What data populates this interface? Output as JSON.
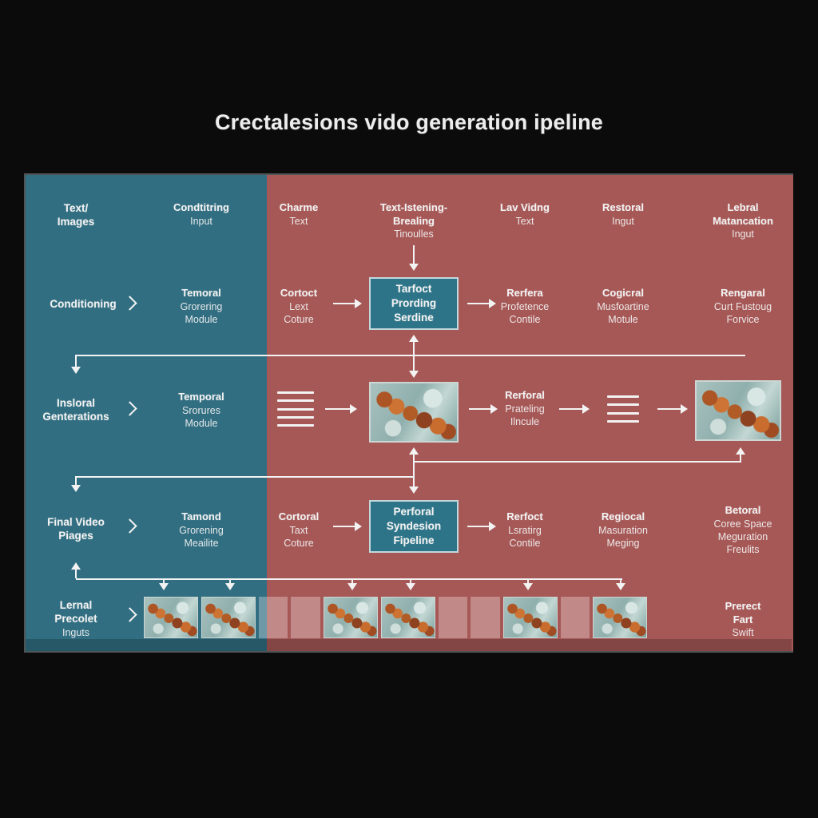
{
  "title": "Crectalesions vido generation ipeline",
  "colors": {
    "bg": "#0b0b0b",
    "panel-left": "#316e81",
    "panel-right": "#a65856",
    "box-fill": "#2d7488",
    "box-border": "#c3d8dc",
    "arrow": "#f3f3f3",
    "text": "#f2f2f2"
  },
  "nodes": {
    "r1c1": {
      "b": "Text/\nImages",
      "r": ""
    },
    "r1c2": {
      "b": "Condtitring",
      "r": "Input"
    },
    "r1c3": {
      "b": "Charme",
      "r": "Text"
    },
    "r1c4": {
      "b": "Text-Istening-\nBrealing",
      "r": "Tinoulles"
    },
    "r1c5": {
      "b": "Lav Vidng",
      "r": "Text"
    },
    "r1c6": {
      "b": "Restoral",
      "r": "Ingut"
    },
    "r1c7": {
      "b": "Lebral\nMatancation",
      "r": "Ingut"
    },
    "r2c1": {
      "b": "Conditioning",
      "r": ""
    },
    "r2c2": {
      "b": "Temoral",
      "r": "Grorering\nModule"
    },
    "r2c3": {
      "b": "Cortoct",
      "r": "Lext\nCoture"
    },
    "r2box": {
      "b": "Tarfoct\nPrording\nSerdine",
      "r": ""
    },
    "r2c5": {
      "b": "Rerfera",
      "r": "Profetence\nContile"
    },
    "r2c6": {
      "b": "Cogicral",
      "r": "Musfoartine\nMotule"
    },
    "r2c7": {
      "b": "Rengaral",
      "r": "Curt Fustoug\nForvice"
    },
    "r3c1": {
      "b": "Insloral\nGenterations",
      "r": ""
    },
    "r3c2": {
      "b": "Temporal",
      "r": "Srorures\nModule"
    },
    "r3c5": {
      "b": "Rerforal",
      "r": "Prateling\nIlncule"
    },
    "r4c1": {
      "b": "Final Video\nPiages",
      "r": ""
    },
    "r4c2": {
      "b": "Tamond",
      "r": "Grorening\nMeailite"
    },
    "r4c3": {
      "b": "Cortoral",
      "r": "Taxt\nCoture"
    },
    "r4box": {
      "b": "Perforal\nSyndesion\nFipeline",
      "r": ""
    },
    "r4c5": {
      "b": "Rerfoct",
      "r": "Lsratirg\nContile"
    },
    "r4c6": {
      "b": "Regiocal",
      "r": "Masuration\nMeging"
    },
    "r4c7": {
      "b": "Betoral",
      "r": "Coree Space\nMeguration\nFreulits"
    },
    "r5c1": {
      "b": "Lernal\nPrecolet",
      "r": "Inguts"
    },
    "r5c7": {
      "b": "Prerect\nFart",
      "r": "Swift"
    }
  },
  "filmstrip": {
    "cells": [
      "img",
      "img",
      "pink",
      "pink",
      "img",
      "img",
      "pink",
      "pink",
      "img",
      "pink",
      "img"
    ]
  },
  "icons": {
    "chevron-right": "›",
    "latent-lines": "≡",
    "arrow-right": "→",
    "arrow-down": "↓",
    "arrow-up": "↑"
  }
}
